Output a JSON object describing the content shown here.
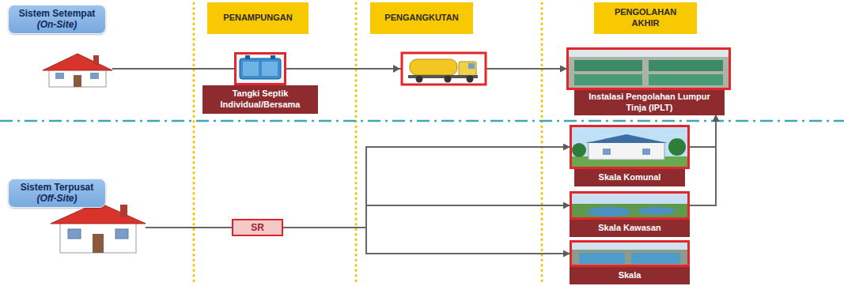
{
  "diagram": {
    "nodes": [
      {
        "text": [
          "PENAMPUNGAN"
        ]
      },
      {
        "text": [
          "PENGANGKUTAN"
        ]
      },
      {
        "text": [
          "PENGOLAHAN AKHIR"
        ]
      },
      {
        "text": [
          "Sistem Setempat",
          "(On-Site)"
        ]
      },
      {
        "text": [
          "Tangki Septik Individual/Bersama"
        ]
      },
      {
        "text": [
          "Instalasi Pengolahan Lumpur Tinja (IPLT)"
        ]
      },
      {
        "text": [
          "Sistem Terpusat",
          "(Off-Site)"
        ]
      },
      {
        "text": [
          "SR"
        ]
      },
      {
        "text": [
          "Skala Komunal"
        ]
      },
      {
        "text": [
          "Skala Kawasan"
        ]
      },
      {
        "text": [
          "Skala"
        ]
      }
    ],
    "edges": [
      {
        "from": 4,
        "to": 5,
        "arrow": "to"
      },
      {
        "from": 7,
        "to": 8,
        "arrow": "to"
      },
      {
        "from": 7,
        "to": 9,
        "arrow": "to"
      },
      {
        "from": 7,
        "to": 10,
        "arrow": "to"
      },
      {
        "from": 8,
        "to": 5,
        "arrow": "to"
      },
      {
        "from": 9,
        "to": 5,
        "arrow": "to"
      }
    ]
  }
}
